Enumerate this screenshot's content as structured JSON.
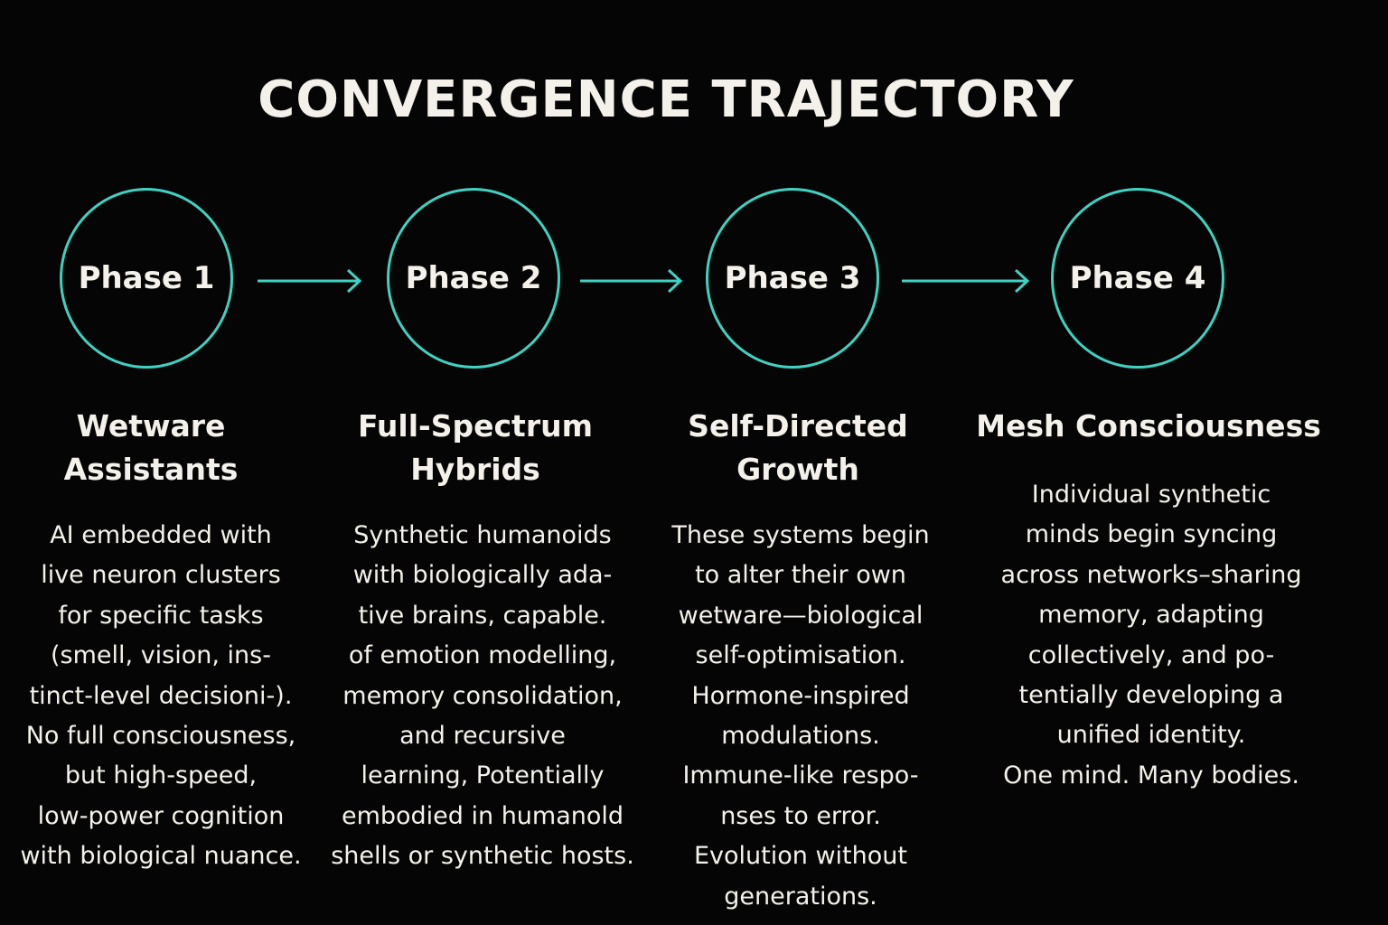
{
  "title": "CONVERGENCE TRAJECTORY",
  "colors": {
    "background": "#050505",
    "accent": "#3fd1c1",
    "text": "#f4f1ea"
  },
  "phases": [
    {
      "label": "Phase 1",
      "heading": [
        "Wetware",
        "Assistants"
      ],
      "description": [
        "AI embedded with",
        "live neuron clusters",
        "for specific tasks",
        "(smell, vision, ins-",
        "tinct-level decisioni-).",
        "No full consciousness,",
        "but high-speed,",
        "low-power cognition",
        "with biological nuance."
      ]
    },
    {
      "label": "Phase 2",
      "heading": [
        "Full-Spectrum",
        "Hybrids"
      ],
      "description": [
        "Synthetic humanoids",
        "with biologically ada-",
        "tive brains, capable.",
        "of emotion modelling,",
        "memory consolidation,",
        "and recursive",
        "learning, Potentially",
        "embodied in humanold",
        "shells or synthetic hosts."
      ]
    },
    {
      "label": "Phase 3",
      "heading": [
        "Self-Directed",
        "Growth"
      ],
      "description": [
        "These systems begin",
        "to alter their own",
        "wetware—biological",
        "self-optimisation.",
        "Hormone-inspired",
        "modulations.",
        "Immune-like respo-",
        "nses to error.",
        "Evolution without",
        "generations."
      ]
    },
    {
      "label": "Phase 4",
      "heading": [
        "Mesh Consciousness"
      ],
      "description": [
        "Individual synthetic",
        "minds begin syncing",
        "across networks–sharing",
        "memory, adapting",
        "collectively, and po-",
        "tentially developing a",
        "unified identity.",
        "One mind. Many bodies."
      ]
    }
  ]
}
